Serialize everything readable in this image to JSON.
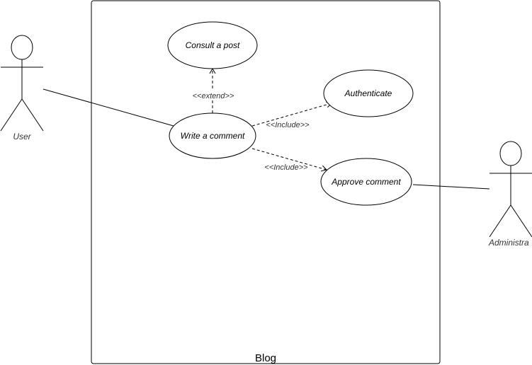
{
  "diagram": {
    "system": {
      "name": "Blog"
    },
    "actors": {
      "user": {
        "label": "User"
      },
      "admin": {
        "label": "Administra"
      }
    },
    "use_cases": {
      "consult": {
        "label": "Consult a post"
      },
      "write": {
        "label": "Write a comment"
      },
      "authenticate": {
        "label": "Authenticate"
      },
      "approve": {
        "label": "Approve comment"
      }
    },
    "relations": {
      "extend": {
        "label": "<<extend>>"
      },
      "include_auth": {
        "label": "<<Include>>"
      },
      "include_approve": {
        "label": "<<Include>>"
      }
    }
  }
}
